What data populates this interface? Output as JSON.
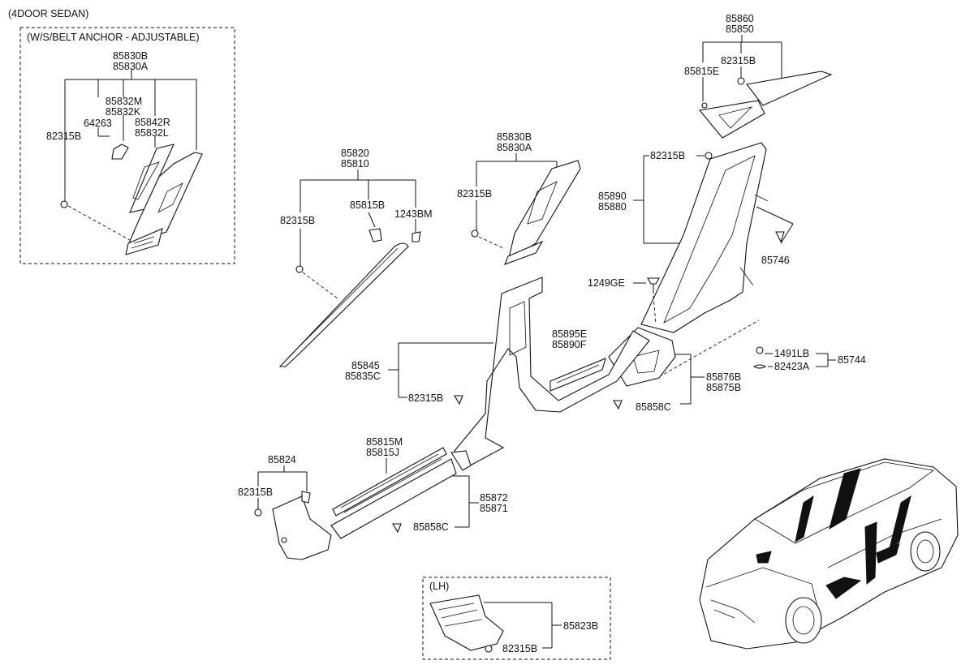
{
  "diagram": {
    "title": "(4DOOR SEDAN)",
    "inset_belt": {
      "label": "(W/S/BELT ANCHOR - ADJUSTABLE)"
    },
    "inset_lh": {
      "label": "(LH)"
    },
    "labels": {
      "L85830B_1": "85830B",
      "L85830A_1": "85830A",
      "L85832M": "85832M",
      "L85832K": "85832K",
      "L64263": "64263",
      "L85842R": "85842R",
      "L85832L": "85832L",
      "L82315B_1": "82315B",
      "L85820": "85820",
      "L85810": "85810",
      "L85815B": "85815B",
      "L1243BM": "1243BM",
      "L82315B_2": "82315B",
      "L85830B_2": "85830B",
      "L85830A_2": "85830A",
      "L82315B_3": "82315B",
      "L85860": "85860",
      "L85850": "85850",
      "L82315B_4": "82315B",
      "L85815E": "85815E",
      "L82315B_5": "82315B",
      "L85890": "85890",
      "L85880": "85880",
      "L85746": "85746",
      "L1249GE": "1249GE",
      "L85895E": "85895E",
      "L85890F": "85890F",
      "L85845": "85845",
      "L85835C": "85835C",
      "L82315B_6": "82315B",
      "L1491LB": "1491LB",
      "L82423A": "82423A",
      "L85744": "85744",
      "L85876B": "85876B",
      "L85875B": "85875B",
      "L85858C_1": "85858C",
      "L85815M": "85815M",
      "L85815J": "85815J",
      "L85824": "85824",
      "L82315B_7": "82315B",
      "L85872": "85872",
      "L85871": "85871",
      "L85858C_2": "85858C",
      "L85823B": "85823B",
      "L82315B_8": "82315B"
    }
  }
}
